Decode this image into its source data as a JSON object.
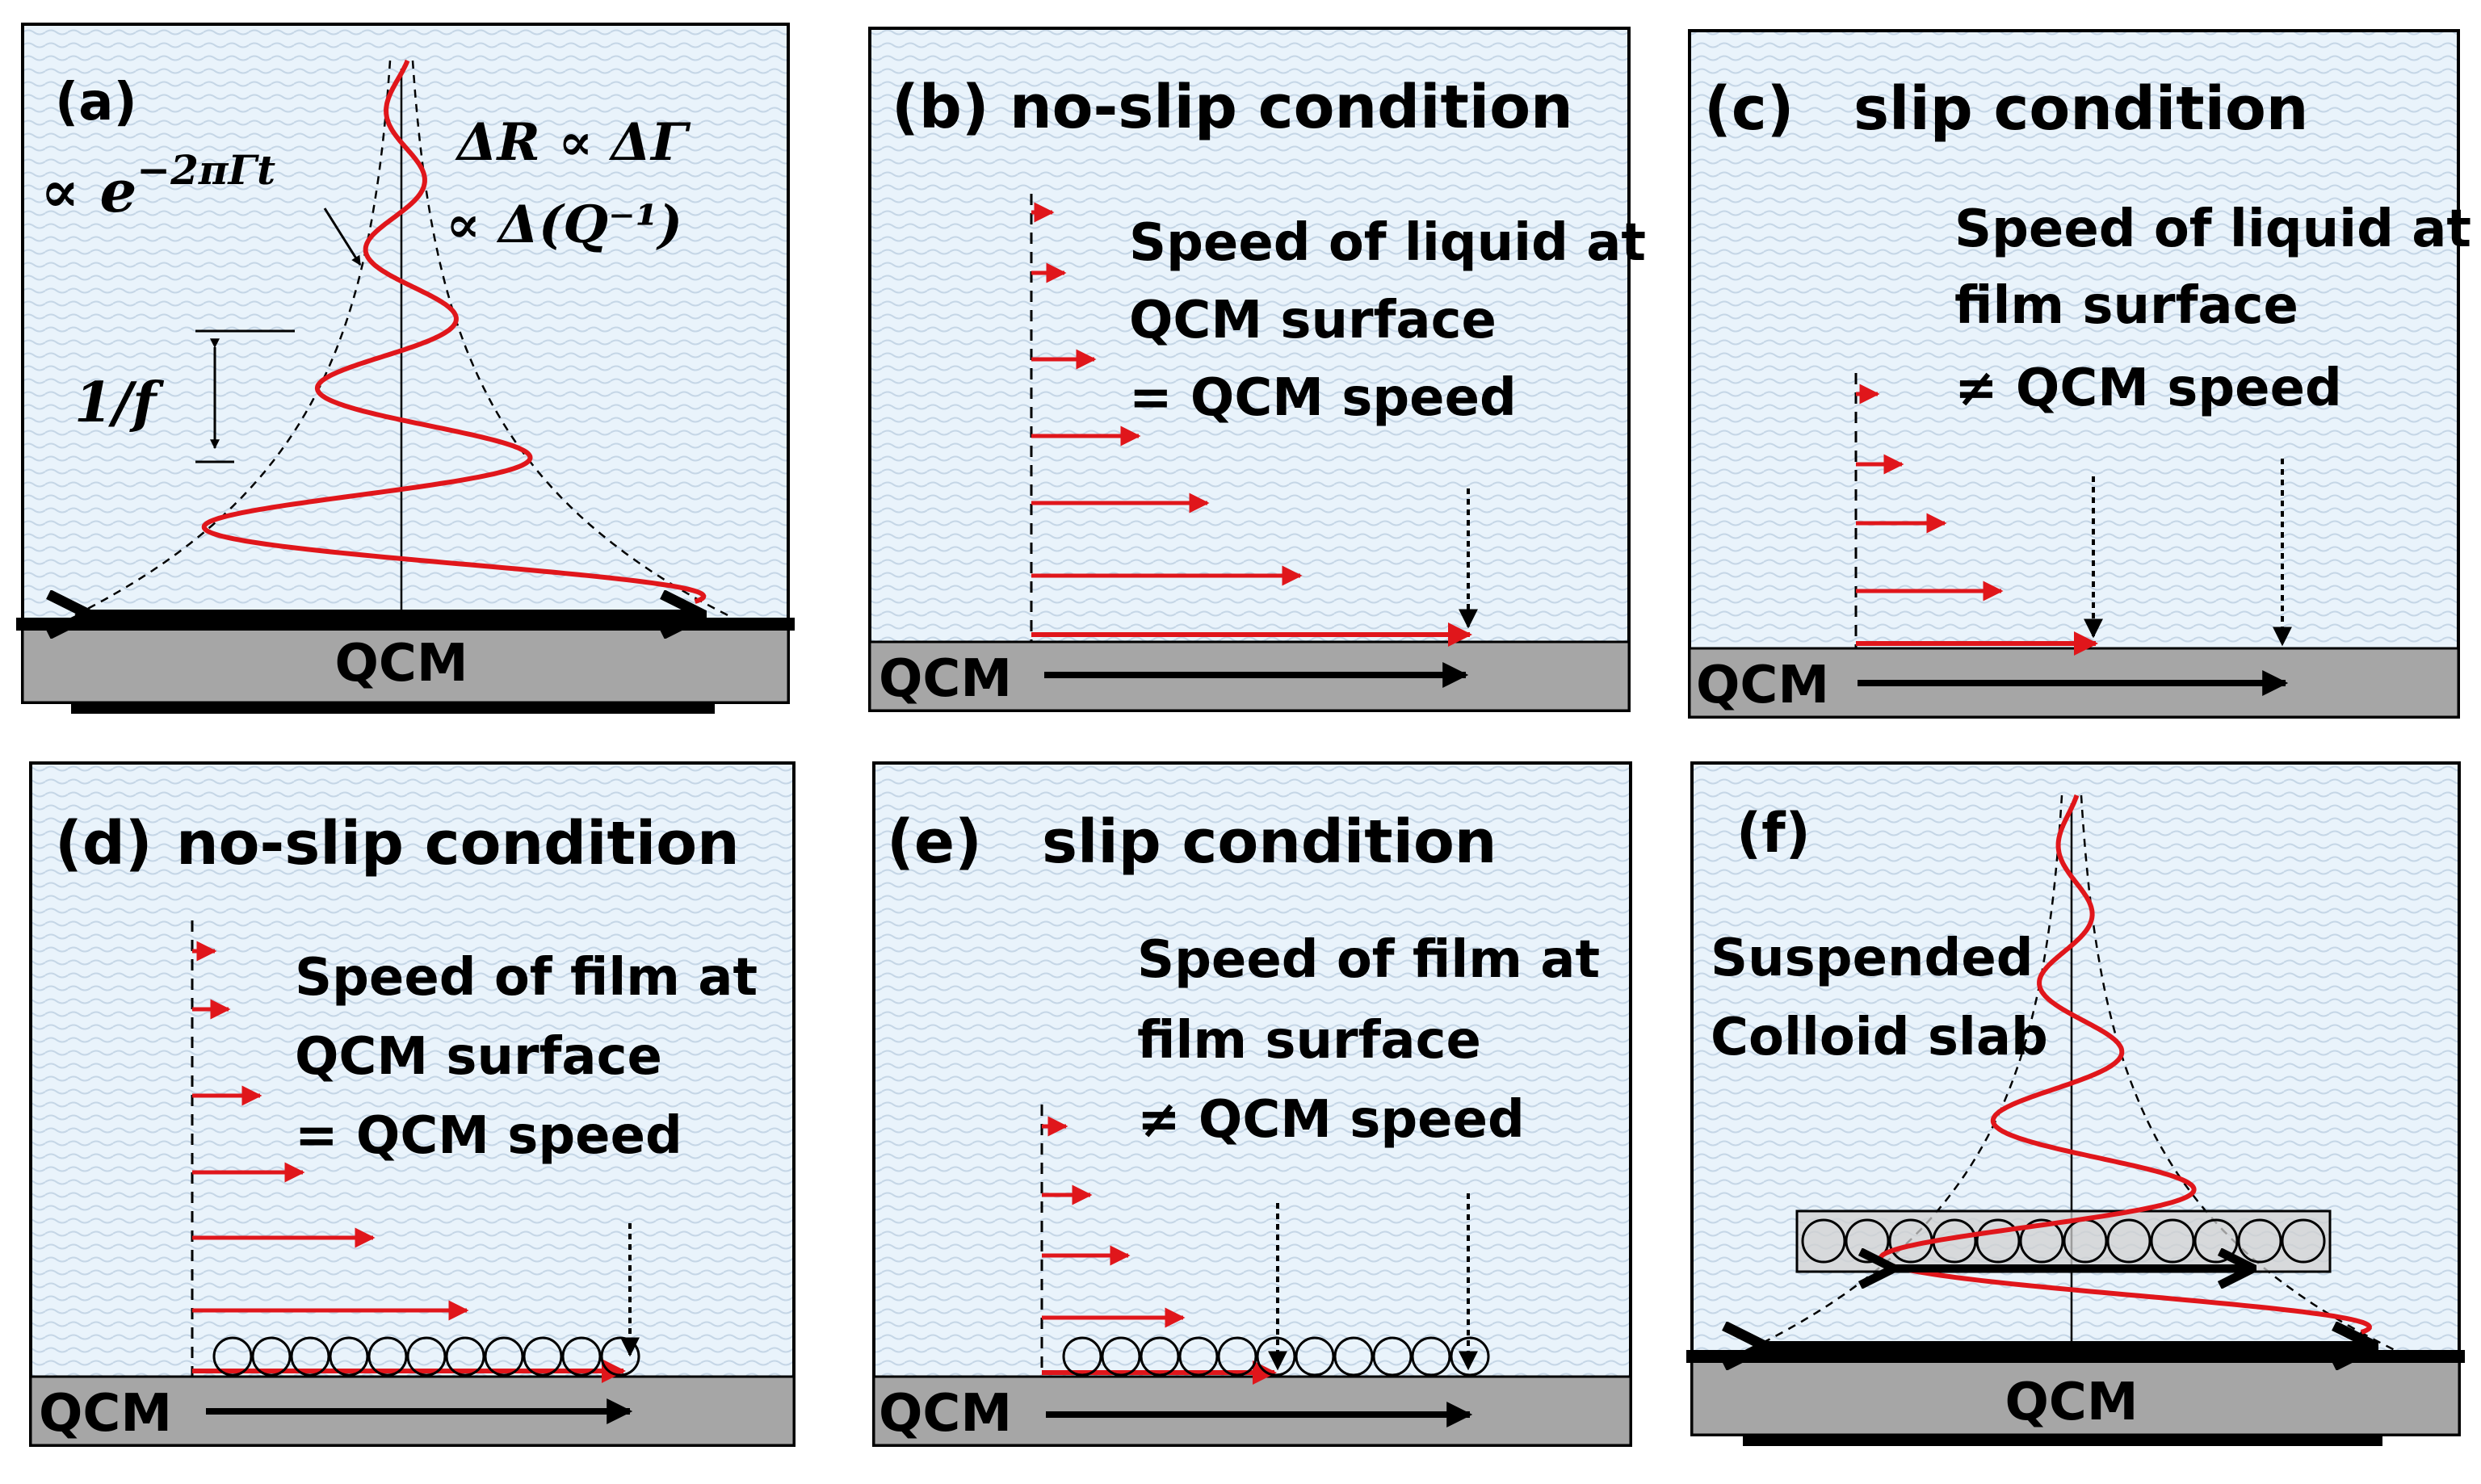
{
  "colors": {
    "liquid": "#e9f3fb",
    "wave": "#c5d6e6",
    "substrate": "#a6a6a6",
    "red": "#e0161b",
    "black": "#000000"
  },
  "panels": {
    "a": {
      "label": "(a)",
      "decay": "∝ e^(−2πΓt)",
      "decay_base": "∝ e",
      "decay_exp": "−2πΓt",
      "resistance": "ΔR ∝ ΔΓ",
      "qfactor": "∝ Δ(Q⁻¹)",
      "period": "1/f",
      "base": "QCM"
    },
    "b": {
      "label": "(b)",
      "title": "no-slip condition",
      "text": [
        "Speed of liquid at",
        "QCM surface",
        "= QCM speed"
      ],
      "base": "QCM"
    },
    "c": {
      "label": "(c)",
      "title": "slip condition",
      "text": [
        "Speed of liquid at",
        "film surface",
        "≠ QCM speed"
      ],
      "base": "QCM"
    },
    "d": {
      "label": "(d)",
      "title": "no-slip condition",
      "text": [
        "Speed of film at",
        "QCM surface",
        "= QCM speed"
      ],
      "base": "QCM"
    },
    "e": {
      "label": "(e)",
      "title": "slip condition",
      "text": [
        "Speed of film at",
        "film surface",
        "≠ QCM speed"
      ],
      "base": "QCM"
    },
    "f": {
      "label": "(f)",
      "text": [
        "Suspended",
        "Colloid slab"
      ],
      "base": "QCM"
    }
  }
}
